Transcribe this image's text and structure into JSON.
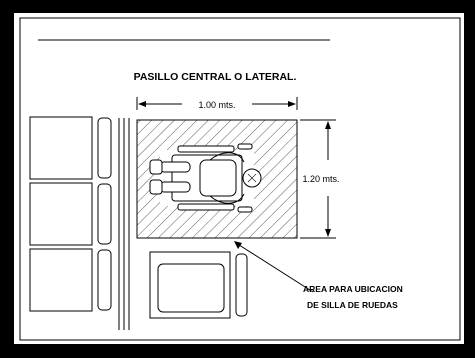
{
  "drawing": {
    "title": "PASILLO CENTRAL O LATERAL.",
    "dim_width": "1.00 mts.",
    "dim_height": "1.20 mts.",
    "note_line1": "AREA PARA  UBICACION",
    "note_line2": "DE  SILLA  DE RUEDAS"
  },
  "icons": {
    "wheelchair": "wheelchair-user-icon"
  }
}
